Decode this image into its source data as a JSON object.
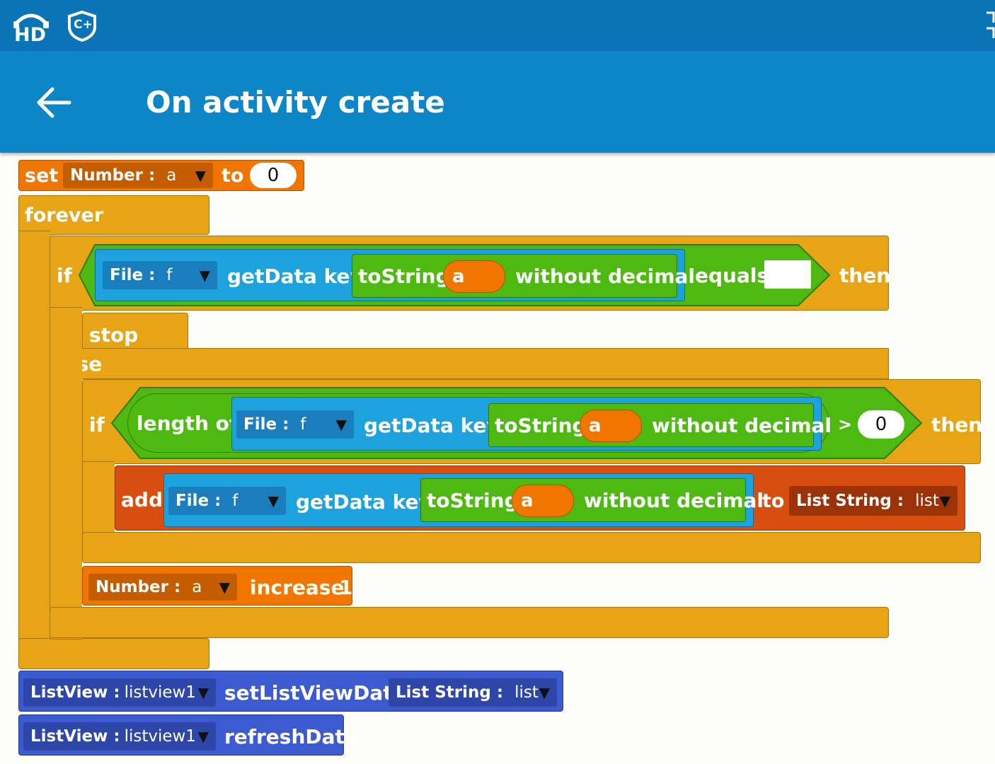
{
  "status_bar": {
    "icons": [
      "hd-voice-icon",
      "cplus-shield-icon",
      "signal-icon"
    ],
    "hd_text": "HD",
    "shield_text": "C+"
  },
  "app_bar": {
    "title": "On activity create",
    "back_icon": "arrow-left-icon"
  },
  "blocks": {
    "set": {
      "keyword": "set",
      "type_label": "Number :",
      "var_name": "a",
      "to": "to",
      "value": "0"
    },
    "forever": "forever",
    "if1": {
      "if": "if",
      "file_label": "File :",
      "file_var": "f",
      "getdata": "getData key",
      "tostring": "toString",
      "var": "a",
      "without": "without decimal",
      "equals": "equals",
      "equals_value": "",
      "then": "then"
    },
    "stop": "stop",
    "else": "else",
    "if2": {
      "if": "if",
      "length_of": "length of",
      "file_label": "File :",
      "file_var": "f",
      "getdata": "getData key",
      "tostring": "toString",
      "var": "a",
      "without": "without decimal",
      "op": ">",
      "compare_value": "0",
      "then": "then"
    },
    "add": {
      "add": "add",
      "file_label": "File :",
      "file_var": "f",
      "getdata": "getData key",
      "tostring": "toString",
      "var": "a",
      "without": "without decimal",
      "to": "to",
      "list_label": "List String :",
      "list_var": "list"
    },
    "increase": {
      "type_label": "Number :",
      "var_name": "a",
      "action": "increase",
      "amount": "1"
    },
    "setlistview": {
      "comp_label": "ListView :",
      "comp_var": "listview1",
      "action": "setListViewData",
      "list_label": "List String :",
      "list_var": "list"
    },
    "refresh": {
      "comp_label": "ListView :",
      "comp_var": "listview1",
      "action": "refreshData"
    }
  },
  "colors": {
    "status_bar": "#0a74b6",
    "app_bar": "#0d86c8",
    "variable": "#f07600",
    "control": "#e7a516",
    "logic": "#4eba11",
    "file": "#1ea2dd",
    "list": "#d64e10",
    "listview": "#3d5bd1"
  }
}
